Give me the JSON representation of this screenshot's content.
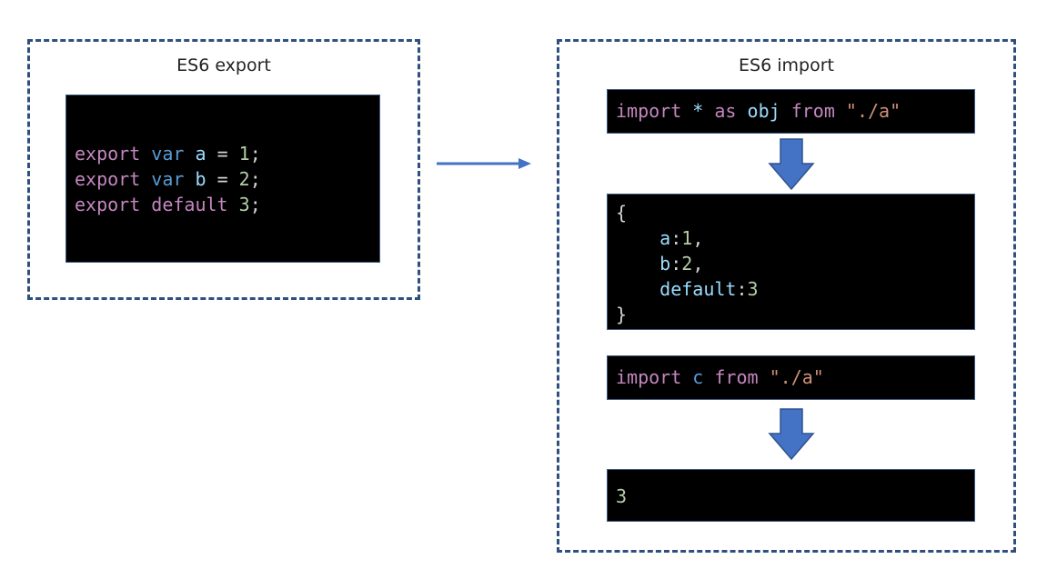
{
  "export_panel": {
    "title": "ES6 export",
    "code": {
      "line1": {
        "kw": "export",
        "type": "var",
        "name": "a",
        "eq": "=",
        "val": "1",
        "end": ";"
      },
      "line2": {
        "kw": "export",
        "type": "var",
        "name": "b",
        "eq": "=",
        "val": "2",
        "end": ";"
      },
      "line3": {
        "kw": "export",
        "def": "default",
        "val": "3",
        "end": ";"
      }
    }
  },
  "import_panel": {
    "title": "ES6 import",
    "import_all": {
      "kw": "import",
      "star": "*",
      "as": "as",
      "name": "obj",
      "from": "from",
      "path": "\"./a\""
    },
    "object_result": {
      "open": "{",
      "a_key": "a",
      "a_sep": ":",
      "a_val": "1",
      "a_comma": ",",
      "b_key": "b",
      "b_sep": ":",
      "b_val": "2",
      "b_comma": ",",
      "d_key": "default",
      "d_sep": ":",
      "d_val": "3",
      "close": "}"
    },
    "import_default": {
      "kw": "import",
      "name": "c",
      "from": "from",
      "path": "\"./a\""
    },
    "default_result": "3"
  },
  "colors": {
    "panel_border": "#2f4f7f",
    "arrow": "#4472c4",
    "keyword": "#c586c0",
    "identifier": "#9cdcfe",
    "number": "#b5cea8",
    "string": "#ce9178"
  }
}
